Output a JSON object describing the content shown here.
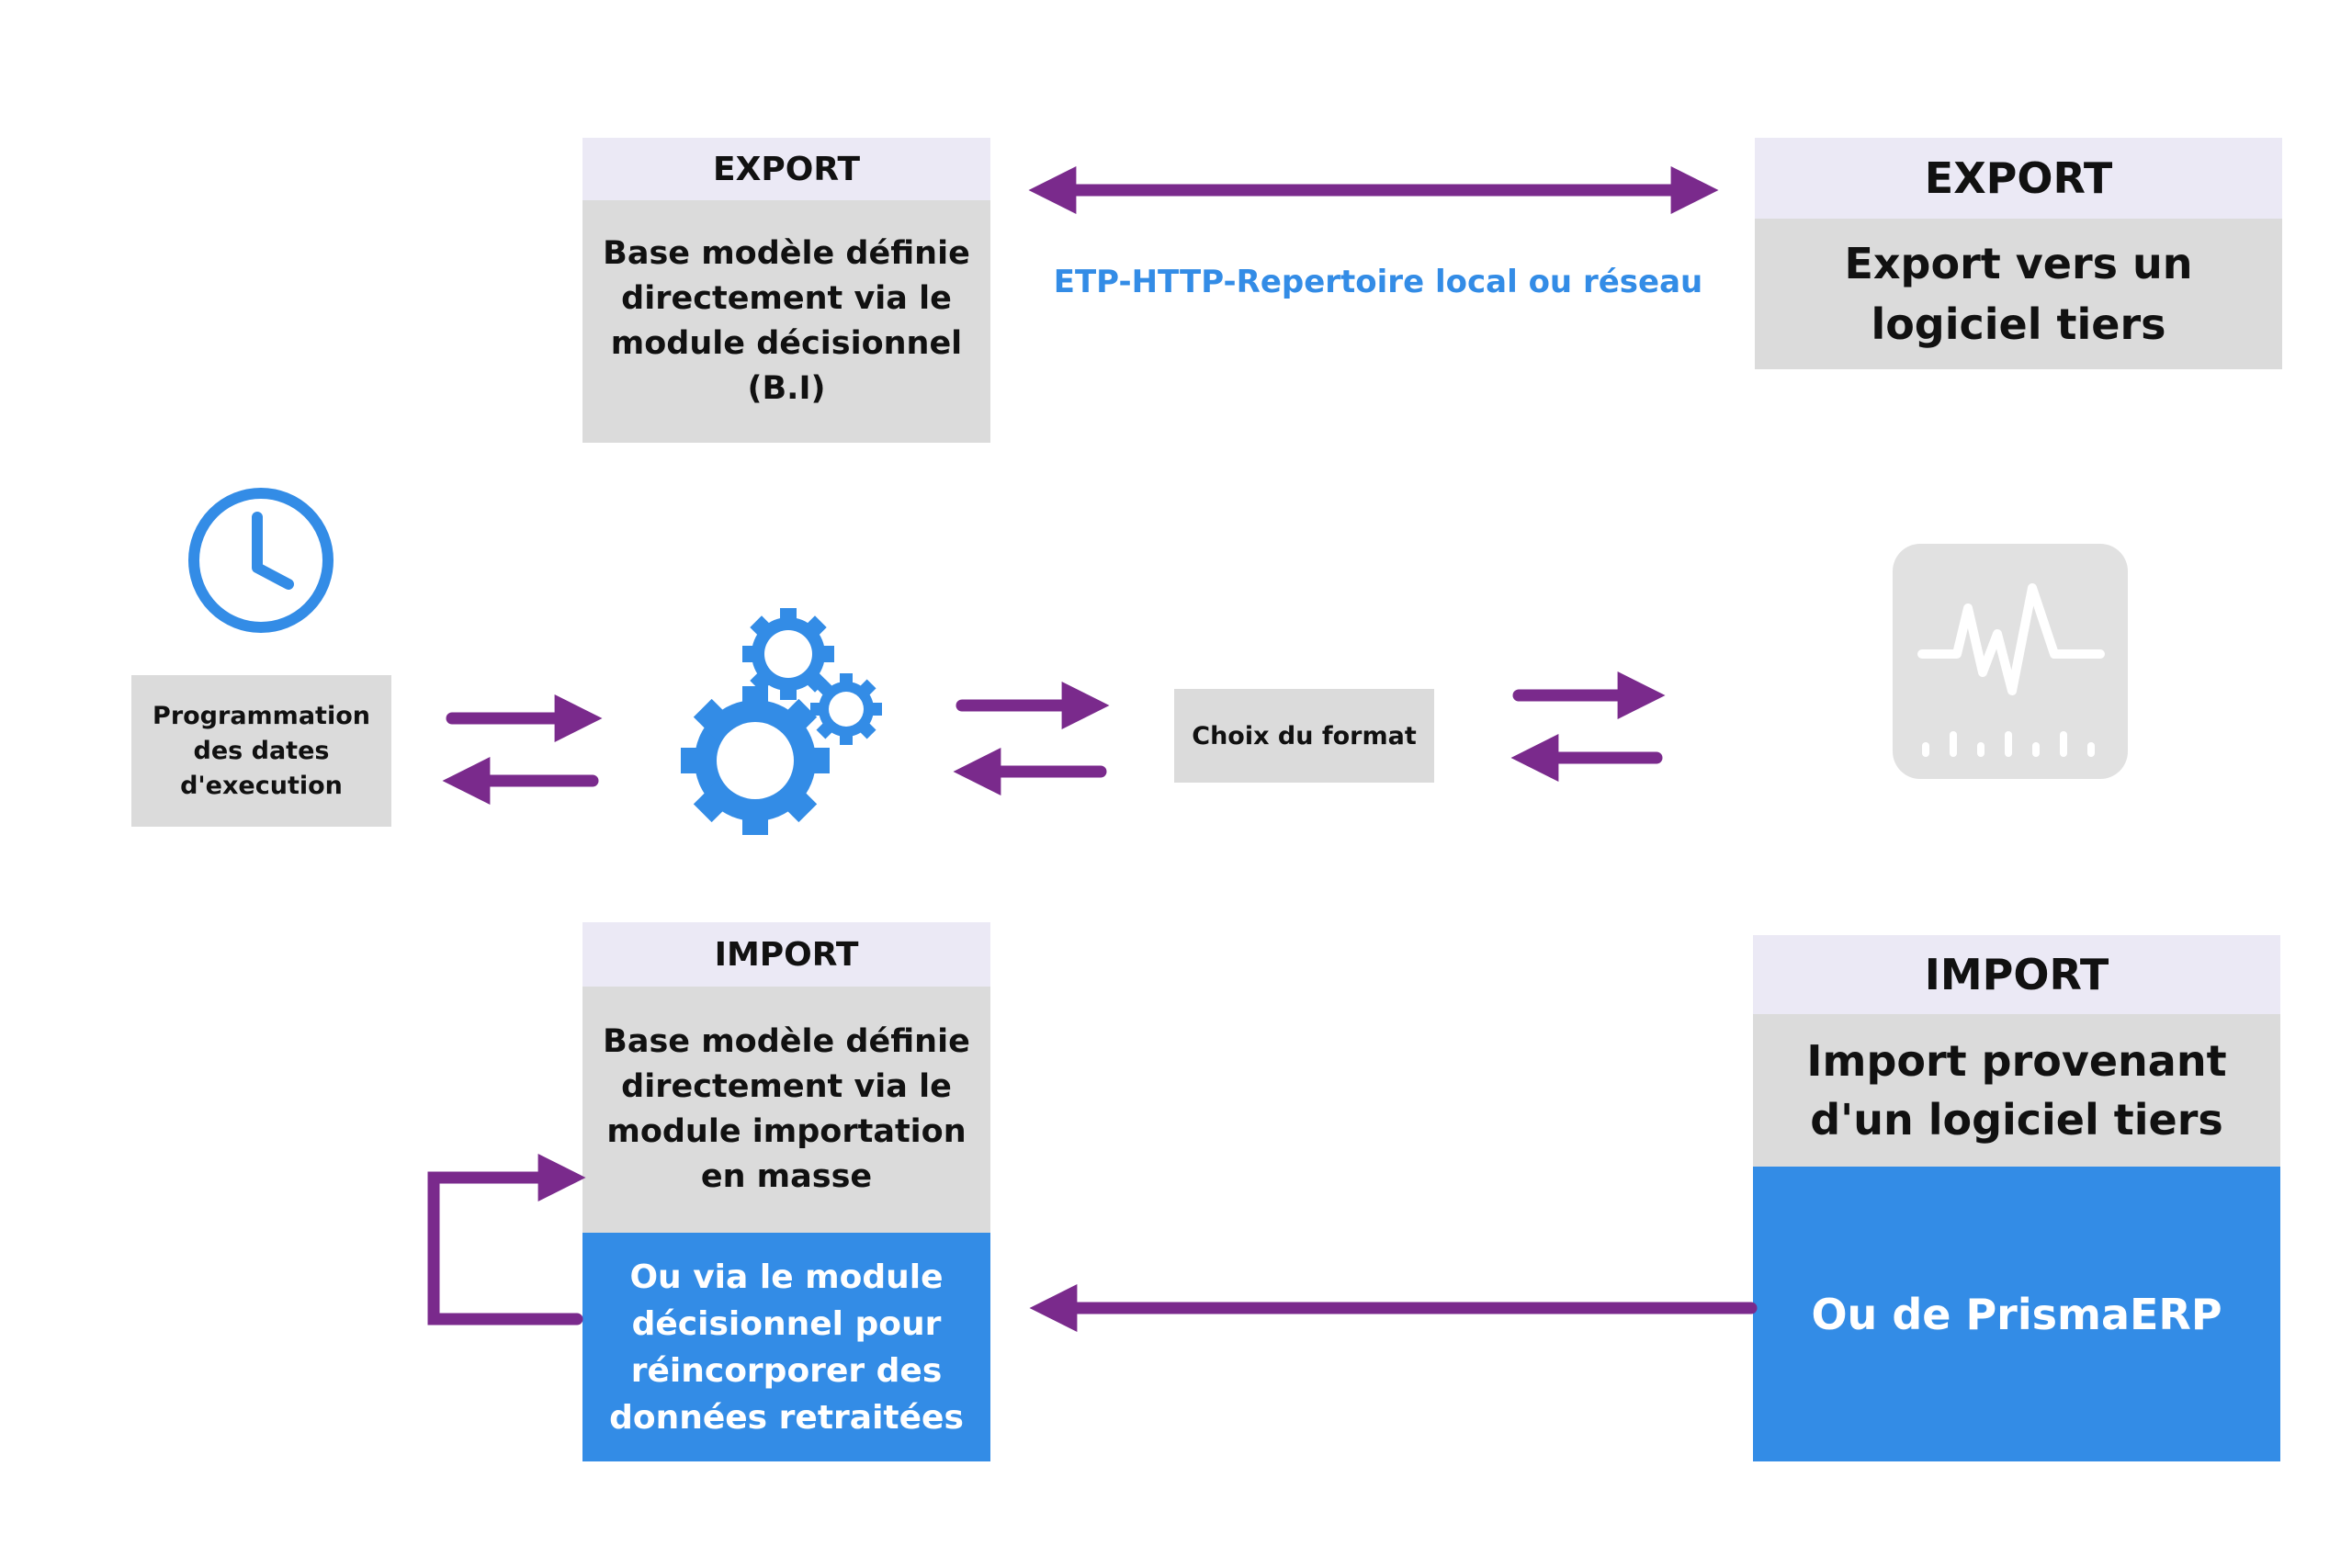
{
  "export_left": {
    "header": "EXPORT",
    "body": "Base modèle définie directement via le module décisionnel (B.I)"
  },
  "export_right": {
    "header": "EXPORT",
    "body": "Export vers un logiciel tiers"
  },
  "protocol_label": "ETP-HTTP-Repertoire local ou réseau",
  "schedule_label": "Programmation des dates d'execution",
  "format_label": "Choix du format",
  "import_left": {
    "header": "IMPORT",
    "body": "Base modèle définie directement via le module importation en masse",
    "blue": "Ou via le module décisionnel pour réincorporer des données retraitées"
  },
  "import_right": {
    "header": "IMPORT",
    "body": "Import provenant d'un logiciel tiers",
    "blue": "Ou de PrismaERP"
  },
  "icons": [
    "clock-icon",
    "gears-icon",
    "activity-monitor-icon"
  ],
  "colors": {
    "arrow": "#7a2a8c",
    "accent_blue": "#338ce6",
    "box_gray": "#dbdbdb",
    "header_lavender": "#ebe9f5",
    "device_gray": "#e1e1e1"
  }
}
